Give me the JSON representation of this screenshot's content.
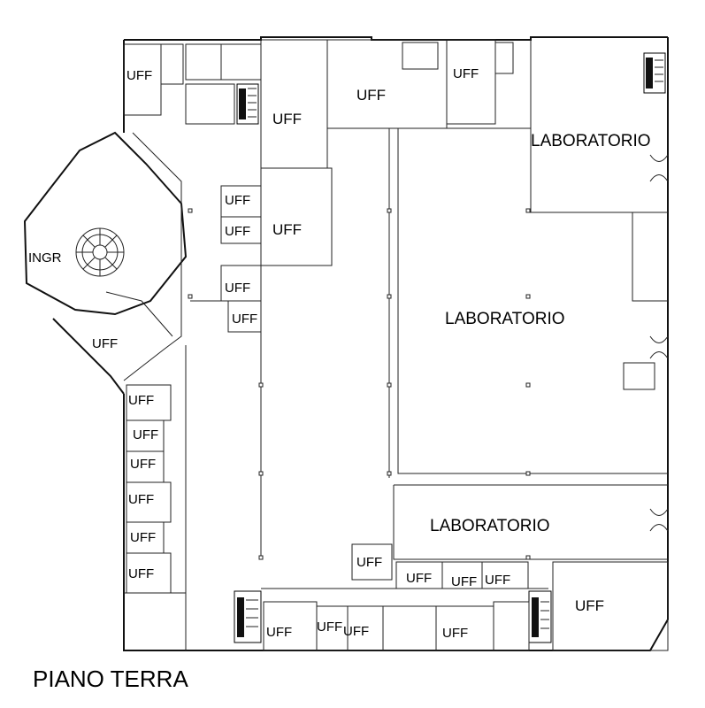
{
  "plan_title": "PIANO TERRA",
  "labels": {
    "ingr": "INGR",
    "uff": "UFF",
    "lab": "LABORATORIO"
  }
}
